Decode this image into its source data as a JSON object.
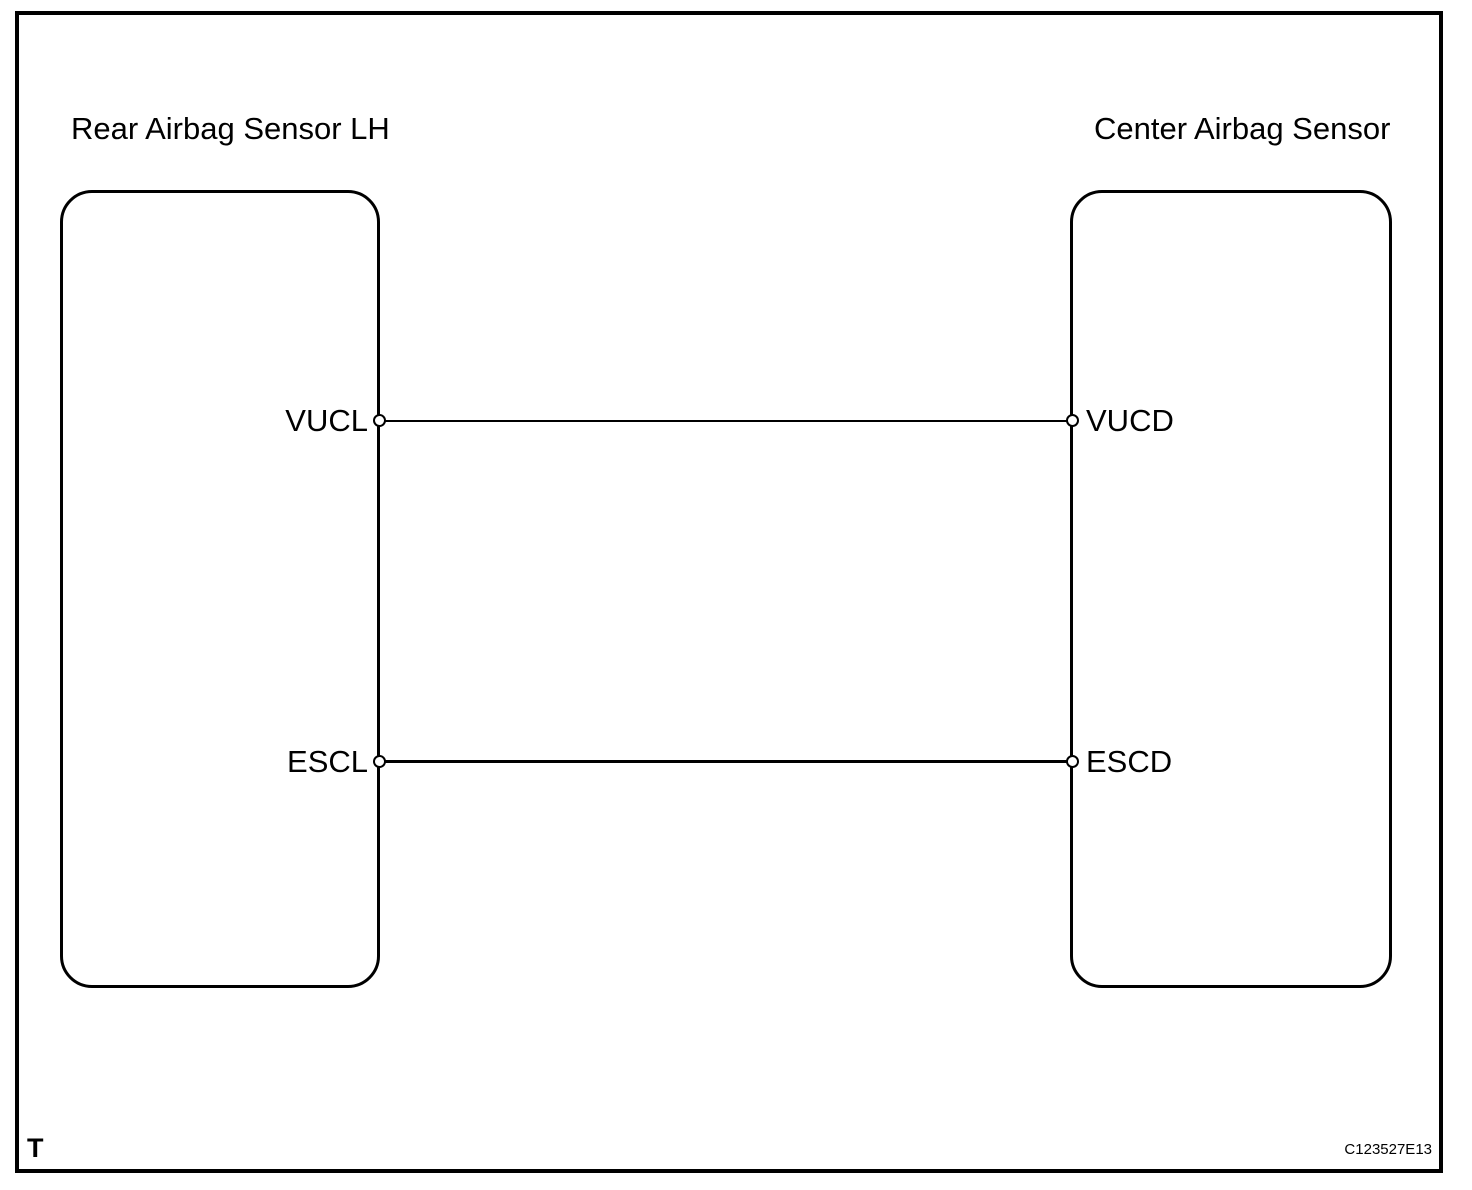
{
  "diagram": {
    "type": "wiring-diagram",
    "colors": {
      "line": "#000000",
      "background": "#ffffff"
    },
    "left_component": {
      "title": "Rear Airbag Sensor LH",
      "terminals": [
        {
          "label": "VUCL"
        },
        {
          "label": "ESCL"
        }
      ]
    },
    "right_component": {
      "title": "Center Airbag Sensor",
      "terminals": [
        {
          "label": "VUCD"
        },
        {
          "label": "ESCD"
        }
      ]
    },
    "wires": [
      {
        "from": "VUCL",
        "to": "VUCD"
      },
      {
        "from": "ESCL",
        "to": "ESCD"
      }
    ],
    "footer": {
      "corner_mark": "T",
      "figure_code": "C123527E13"
    }
  }
}
